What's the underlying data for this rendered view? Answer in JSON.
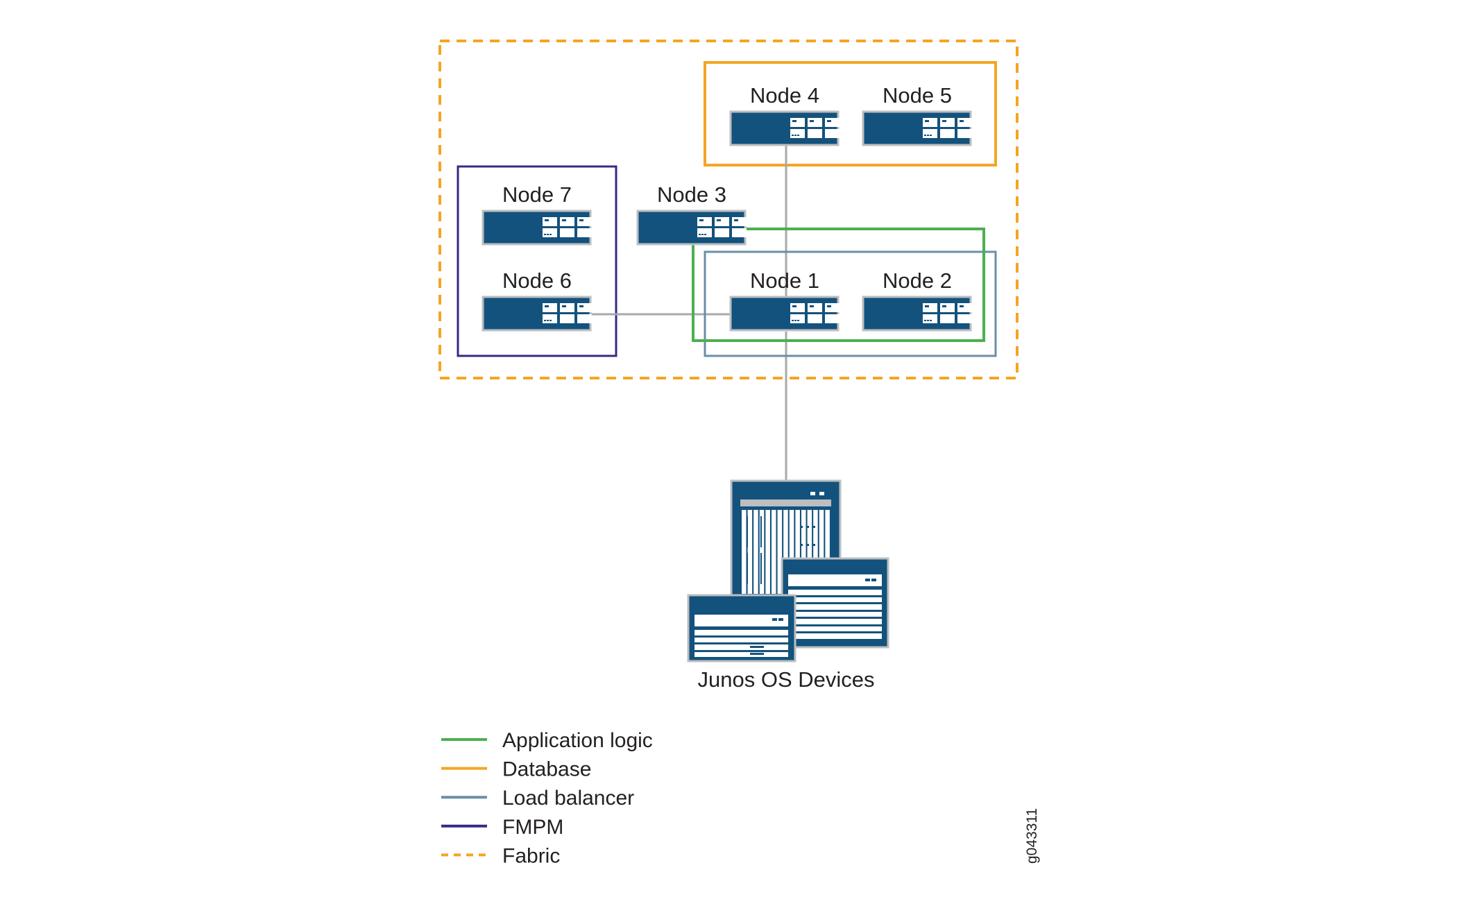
{
  "colors": {
    "application_logic": "#4caf50",
    "database": "#f4a524",
    "load_balancer": "#6a8fa8",
    "fmpm": "#332b87",
    "fabric": "#f4a524",
    "link": "#a7a9ac",
    "device_fill": "#13527d",
    "device_border": "#bcbec0"
  },
  "nodes": [
    {
      "id": "node1",
      "label": "Node 1"
    },
    {
      "id": "node2",
      "label": "Node 2"
    },
    {
      "id": "node3",
      "label": "Node 3"
    },
    {
      "id": "node4",
      "label": "Node 4"
    },
    {
      "id": "node5",
      "label": "Node 5"
    },
    {
      "id": "node6",
      "label": "Node 6"
    },
    {
      "id": "node7",
      "label": "Node 7"
    }
  ],
  "groups": {
    "fabric": {
      "members": [
        "node1",
        "node2",
        "node3",
        "node4",
        "node5",
        "node6",
        "node7"
      ],
      "style": "dashed"
    },
    "database": {
      "members": [
        "node4",
        "node5"
      ]
    },
    "fmpm": {
      "members": [
        "node6",
        "node7"
      ]
    },
    "load_balancer": {
      "members": [
        "node1",
        "node2"
      ]
    },
    "application_logic": {
      "members": [
        "node3",
        "node1",
        "node2"
      ]
    }
  },
  "links": [
    {
      "from": "node4",
      "to": "node1"
    },
    {
      "from": "node6",
      "to": "node1"
    },
    {
      "from": "node1",
      "to": "junos_devices"
    }
  ],
  "devices": {
    "label": "Junos OS Devices"
  },
  "legend": [
    {
      "label": "Application logic",
      "color_key": "application_logic",
      "style": "solid"
    },
    {
      "label": "Database",
      "color_key": "database",
      "style": "solid"
    },
    {
      "label": "Load balancer",
      "color_key": "load_balancer",
      "style": "solid"
    },
    {
      "label": "FMPM",
      "color_key": "fmpm",
      "style": "solid"
    },
    {
      "label": "Fabric",
      "color_key": "fabric",
      "style": "dashed"
    }
  ],
  "figure_id": "g043311"
}
